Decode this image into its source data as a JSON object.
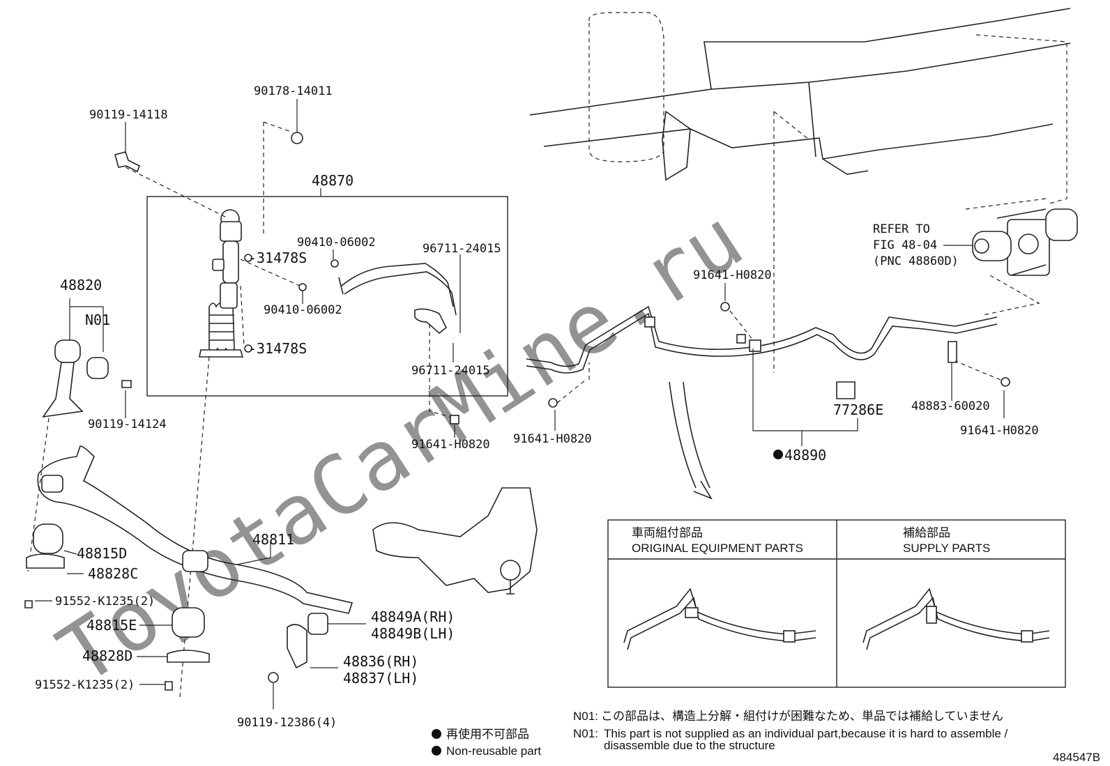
{
  "watermark": "ToyotaCarMine.ru",
  "diagram_id": "484547B",
  "parts": {
    "p90119_14118": "90119-14118",
    "p90178_14011": "90178-14011",
    "p48870": "48870",
    "p90410_06002_a": "90410-06002",
    "p31478s_a": "31478S",
    "p90410_06002_b": "90410-06002",
    "p31478s_b": "31478S",
    "p96711_24015_a": "96711-24015",
    "p96711_24015_b": "96711-24015",
    "p91641_h0820_a": "91641-H0820",
    "p48820": "48820",
    "n01": "N01",
    "p90119_14124": "90119-14124",
    "p91641_h0820_b": "91641-H0820",
    "p91641_h0820_c": "91641-H0820",
    "p91641_h0820_d": "91641-H0820",
    "p77286e": "77286E",
    "p48883_60020": "48883-60020",
    "p48890": "48890",
    "p48811": "48811",
    "p48815d": "48815D",
    "p48828c": "48828C",
    "p91552_k1235_a": "91552-K1235(2)",
    "p48815e": "48815E",
    "p48828d": "48828D",
    "p91552_k1235_b": "91552-K1235(2)",
    "p48849a": "48849A(RH)",
    "p48849b": "48849B(LH)",
    "p48836": "48836(RH)",
    "p48837": "48837(LH)",
    "p90119_12386": "90119-12386(4)"
  },
  "refer": {
    "line1": "REFER TO",
    "line2": "FIG 48-04",
    "line3": "(PNC 48860D)"
  },
  "comparison": {
    "left_jp": "車両組付部品",
    "left_en": "ORIGINAL EQUIPMENT PARTS",
    "right_jp": "補給部品",
    "right_en": "SUPPLY PARTS"
  },
  "notes": {
    "n01_jp_code": "N01:",
    "n01_jp_text": "この部品は、構造上分解・組付けが困難なため、単品では補給していません",
    "n01_en_code": "N01:",
    "n01_en_line1": "This part is not supplied as an individual part,because it is hard to assemble /",
    "n01_en_line2": "disassemble due to the structure"
  },
  "legend": {
    "jp": "再使用不可部品",
    "en": "Non-reusable part"
  }
}
